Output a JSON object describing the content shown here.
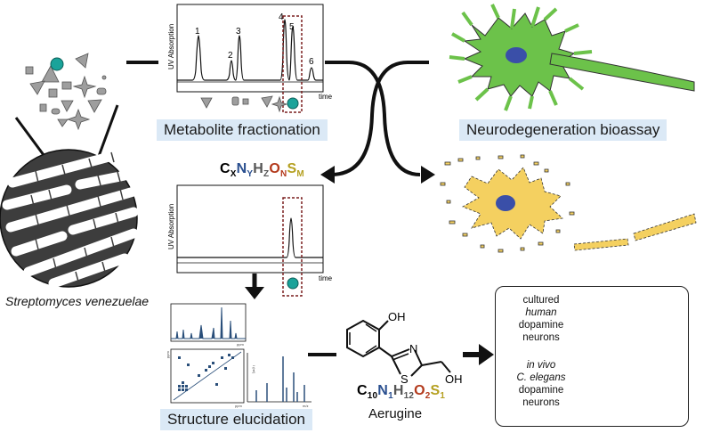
{
  "labels": {
    "fractionation": "Metabolite fractionation",
    "bioassay": "Neurodegeneration bioassay",
    "elucidation": "Structure elucidation",
    "organism": "Streptomyces venezuelae",
    "compound_name": "Aerugine"
  },
  "chromatogram": {
    "y_axis_label": "UV Absorption",
    "x_axis_label": "time",
    "peaks": [
      "1",
      "2",
      "3",
      "4",
      "5",
      "6"
    ]
  },
  "chromatogram2": {
    "y_axis_label": "UV Absorption",
    "x_axis_label": "time"
  },
  "generic_formula": {
    "c": "C",
    "c_sub": "X",
    "n": "N",
    "n_sub": "Y",
    "h": "H",
    "h_sub": "Z",
    "o": "O",
    "o_sub": "N",
    "s": "S",
    "s_sub": "M"
  },
  "molecular_formula": {
    "c": "C",
    "c_sub": "10",
    "n": "N",
    "n_sub": "1",
    "h": "H",
    "h_sub": "12",
    "o": "O",
    "o_sub": "2",
    "s": "S",
    "s_sub": "1"
  },
  "structure_atoms": {
    "oh_top": "OH",
    "n": "N",
    "s": "S",
    "oh_side": "OH"
  },
  "nmr": {
    "ppm_1": "ppm",
    "ppm_2": "ppm",
    "ppm_3": "ppm",
    "ms_axis": "m/z",
    "ms_y": "I (rel)"
  },
  "panel": {
    "line1": "cultured",
    "line2": "human",
    "line3": "dopamine",
    "line4": "neurons",
    "line5": "in vivo",
    "line6": "C. elegans",
    "line7": "dopamine",
    "line8": "neurons"
  },
  "colors": {
    "label_bg": "#dbe9f6",
    "teal": "#1aa39a",
    "neuron_green": "#6cc24a",
    "neuron_yellow": "#f4d060",
    "nucleus": "#3a4fa8",
    "bacteria_dark": "#3d3d3d",
    "carbon": "#000000",
    "nitrogen": "#2a4f8f",
    "hydrogen": "#555555",
    "oxygen": "#b33a1c",
    "sulfur": "#b5a021",
    "nmr_blue": "#2a4f7a"
  }
}
